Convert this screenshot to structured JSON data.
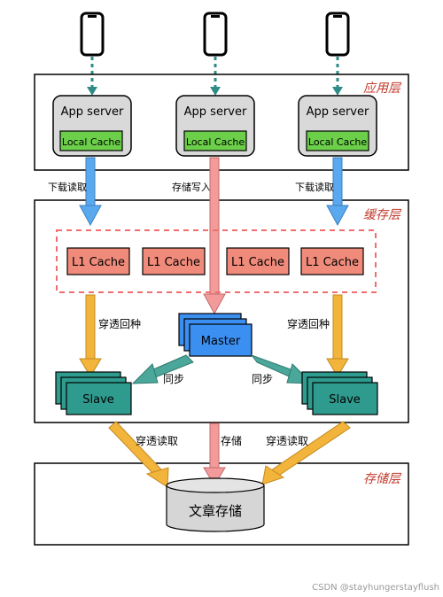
{
  "layers": {
    "app": "应用层",
    "cache": "缓存层",
    "storage": "存储层"
  },
  "app_servers": [
    {
      "name": "App server",
      "local_cache": "Local Cache"
    },
    {
      "name": "App server",
      "local_cache": "Local Cache"
    },
    {
      "name": "App server",
      "local_cache": "Local Cache"
    }
  ],
  "flows": {
    "left_download": "下载读取",
    "middle_write": "存储写入",
    "right_download": "下载读取",
    "left_penetrate_back": "穿透回种",
    "right_penetrate_back": "穿透回种",
    "sync_left": "同步",
    "sync_right": "同步",
    "bottom_left_read": "穿透读取",
    "bottom_middle_store": "存储",
    "bottom_right_read": "穿透读取"
  },
  "l1_caches": [
    "L1 Cache",
    "L1 Cache",
    "L1 Cache",
    "L1 Cache"
  ],
  "master": "Master",
  "slaves": [
    "Slave",
    "Slave"
  ],
  "storage_node": "文章存储",
  "watermark": "CSDN @stayhungerstayflush",
  "colors": {
    "app_box": "#d9d9d9",
    "local_cache": "#6ccf4a",
    "l1_cache": "#f08b7b",
    "dashed_red": "#f06e6e",
    "master": "#3b8ff0",
    "slave": "#2f9b8e",
    "arrow_blue": "#5aa9ee",
    "arrow_pink": "#f39a9a",
    "arrow_yellow": "#f2b43a",
    "arrow_teal": "#4aa79a",
    "layer_text": "#c0392b",
    "dotted_teal": "#2f8b86",
    "cylinder": "#d6d6d6"
  }
}
